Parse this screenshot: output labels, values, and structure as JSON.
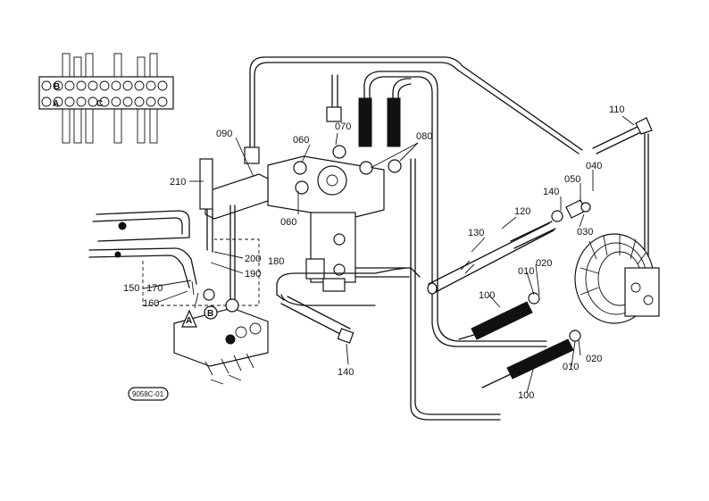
{
  "callouts": [
    {
      "id": "c110",
      "text": "110"
    },
    {
      "id": "c090",
      "text": "090"
    },
    {
      "id": "c070",
      "text": "070"
    },
    {
      "id": "c060a",
      "text": "060"
    },
    {
      "id": "c080",
      "text": "080"
    },
    {
      "id": "c040",
      "text": "040"
    },
    {
      "id": "c050",
      "text": "050"
    },
    {
      "id": "c140a",
      "text": "140"
    },
    {
      "id": "c210",
      "text": "210"
    },
    {
      "id": "c120",
      "text": "120"
    },
    {
      "id": "c060b",
      "text": "060"
    },
    {
      "id": "c030",
      "text": "030"
    },
    {
      "id": "c130",
      "text": "130"
    },
    {
      "id": "c200",
      "text": "200"
    },
    {
      "id": "c180",
      "text": "180"
    },
    {
      "id": "c020a",
      "text": "020"
    },
    {
      "id": "c190",
      "text": "190"
    },
    {
      "id": "c010a",
      "text": "010"
    },
    {
      "id": "c150",
      "text": "150"
    },
    {
      "id": "c170",
      "text": "170"
    },
    {
      "id": "c100a",
      "text": "100"
    },
    {
      "id": "c160",
      "text": "160"
    },
    {
      "id": "c020b",
      "text": "020"
    },
    {
      "id": "c010b",
      "text": "010"
    },
    {
      "id": "c140b",
      "text": "140"
    },
    {
      "id": "c100b",
      "text": "100"
    }
  ],
  "key_letters": {
    "b": "B",
    "a": "A",
    "c": "C"
  },
  "manifold_letters": {
    "a": "A",
    "b": "B"
  },
  "drawing_number": "9058C-01"
}
